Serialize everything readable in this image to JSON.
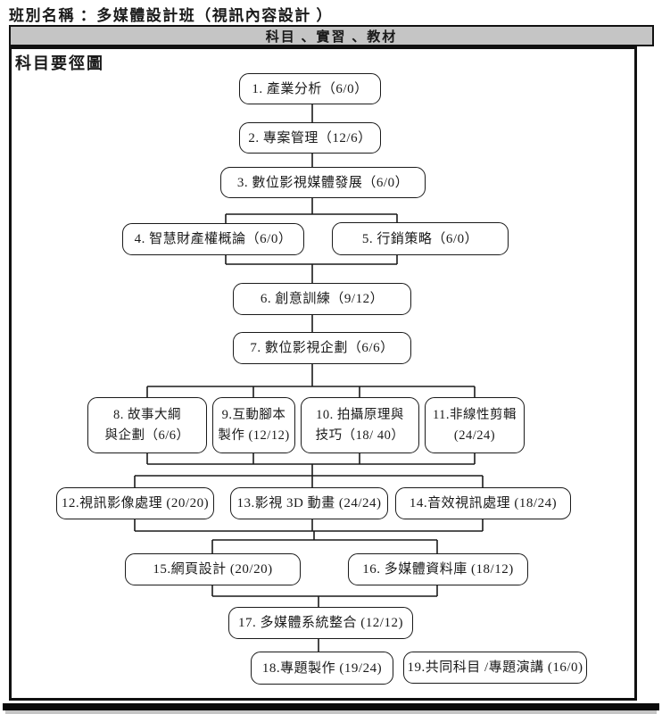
{
  "page": {
    "class_name_label": "班別名稱 ：多媒體設計班（視訊內容設計 ）",
    "section_bar_label": "科目 、實習 、教材",
    "diagram_heading": "科目要徑圖"
  },
  "diagram": {
    "boxes": [
      {
        "lines": [
          "1. 產業分析（6/0）"
        ]
      },
      {
        "lines": [
          "2. 專案管理（12/6）"
        ]
      },
      {
        "lines": [
          "3. 數位影視媒體發展（6/0）"
        ]
      },
      {
        "lines": [
          "4. 智慧財產權概論（6/0）"
        ]
      },
      {
        "lines": [
          "5. 行銷策略（6/0）"
        ]
      },
      {
        "lines": [
          "6. 創意訓練（9/12）"
        ]
      },
      {
        "lines": [
          "7.  數位影視企劃（6/6）"
        ]
      },
      {
        "lines": [
          "8. 故事大綱",
          "與企劃（6/6）"
        ]
      },
      {
        "lines": [
          "9.互動腳本",
          "製作 (12/12)"
        ]
      },
      {
        "lines": [
          "10. 拍攝原理與",
          "技巧（18/ 40）"
        ]
      },
      {
        "lines": [
          "11.非線性剪輯",
          "(24/24)"
        ]
      },
      {
        "lines": [
          "12.視訊影像處理 (20/20)"
        ]
      },
      {
        "lines": [
          "13.影視  3D  動畫 (24/24)"
        ]
      },
      {
        "lines": [
          "14.音效視訊處理 (18/24)"
        ]
      },
      {
        "lines": [
          "15.網頁設計  (20/20)"
        ]
      },
      {
        "lines": [
          "16. 多媒體資料庫  (18/12)"
        ]
      },
      {
        "lines": [
          "17. 多媒體系統整合  (12/12)"
        ]
      },
      {
        "lines": [
          "18.專題製作  (19/24)"
        ]
      },
      {
        "lines": [
          "19.共同科目 /專題演講 (16/0)"
        ]
      }
    ]
  }
}
